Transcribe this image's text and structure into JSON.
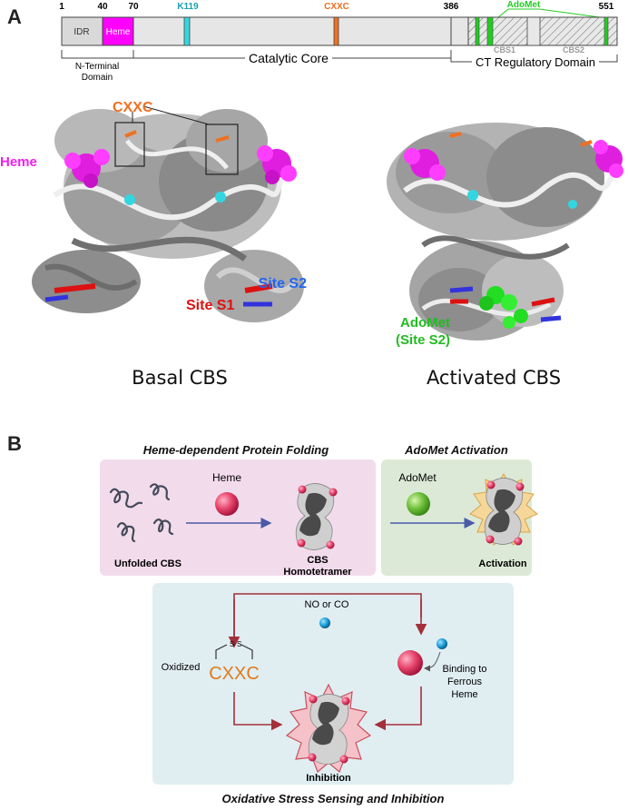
{
  "panels": {
    "a_letter": "A",
    "b_letter": "B"
  },
  "domain_map": {
    "positions": {
      "p1": "1",
      "p40": "40",
      "p70": "70",
      "p386": "386",
      "p551": "551"
    },
    "residue_labels": {
      "k119": "K119",
      "cxxc": "CXXC",
      "adomet": "AdoMet"
    },
    "segments": {
      "idr": "IDR",
      "heme": "Heme",
      "cbs1": "CBS1",
      "cbs2": "CBS2"
    },
    "domains": {
      "n_terminal_1": "N-Terminal",
      "n_terminal_2": "Domain",
      "catalytic": "Catalytic Core",
      "ct_reg": "CT Regulatory Domain"
    },
    "colors": {
      "idr": "#d9d9d9",
      "heme": "#ff00ff",
      "k119": "#33d6e0",
      "cxxc": "#f07020",
      "adomet": "#22cc22",
      "bar": "#e6e6e6"
    }
  },
  "structures": {
    "basal": {
      "caption": "Basal CBS",
      "heme": "Heme",
      "cxxc": "CXXC",
      "site_s1": "Site S1",
      "site_s2": "Site S2"
    },
    "activated": {
      "caption": "Activated CBS",
      "adomet_1": "AdoMet",
      "adomet_2": "(Site S2)"
    }
  },
  "panel_b": {
    "folding": {
      "title": "Heme-dependent Protein Folding",
      "heme": "Heme",
      "unfolded": "Unfolded CBS",
      "cbs_1": "CBS",
      "cbs_2": "Homotetramer"
    },
    "activation": {
      "title": "AdoMet Activation",
      "adomet": "AdoMet",
      "label": "Activation"
    },
    "inhibition": {
      "no_co": "NO or CO",
      "oxidized": "Oxidized",
      "cxxc": "CXXC",
      "binding_1": "Binding to",
      "binding_2": "Ferrous",
      "binding_3": "Heme",
      "label": "Inhibition",
      "title": "Oxidative Stress Sensing and Inhibition"
    }
  }
}
